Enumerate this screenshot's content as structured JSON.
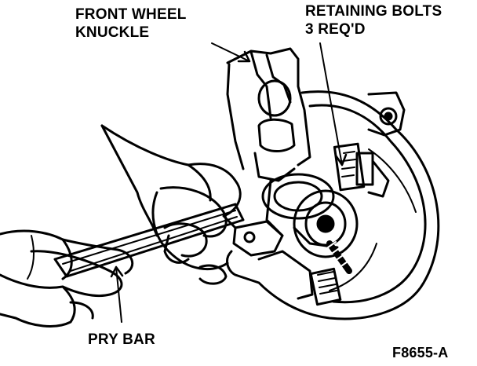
{
  "labels": {
    "front_wheel_knuckle": [
      "FRONT WHEEL",
      "KNUCKLE"
    ],
    "retaining_bolts": [
      "RETAINING BOLTS",
      "3 REQ'D"
    ],
    "pry_bar": "PRY BAR",
    "figure_id": "F8655-A"
  },
  "colors": {
    "ink": "#000000",
    "paper": "#ffffff"
  }
}
